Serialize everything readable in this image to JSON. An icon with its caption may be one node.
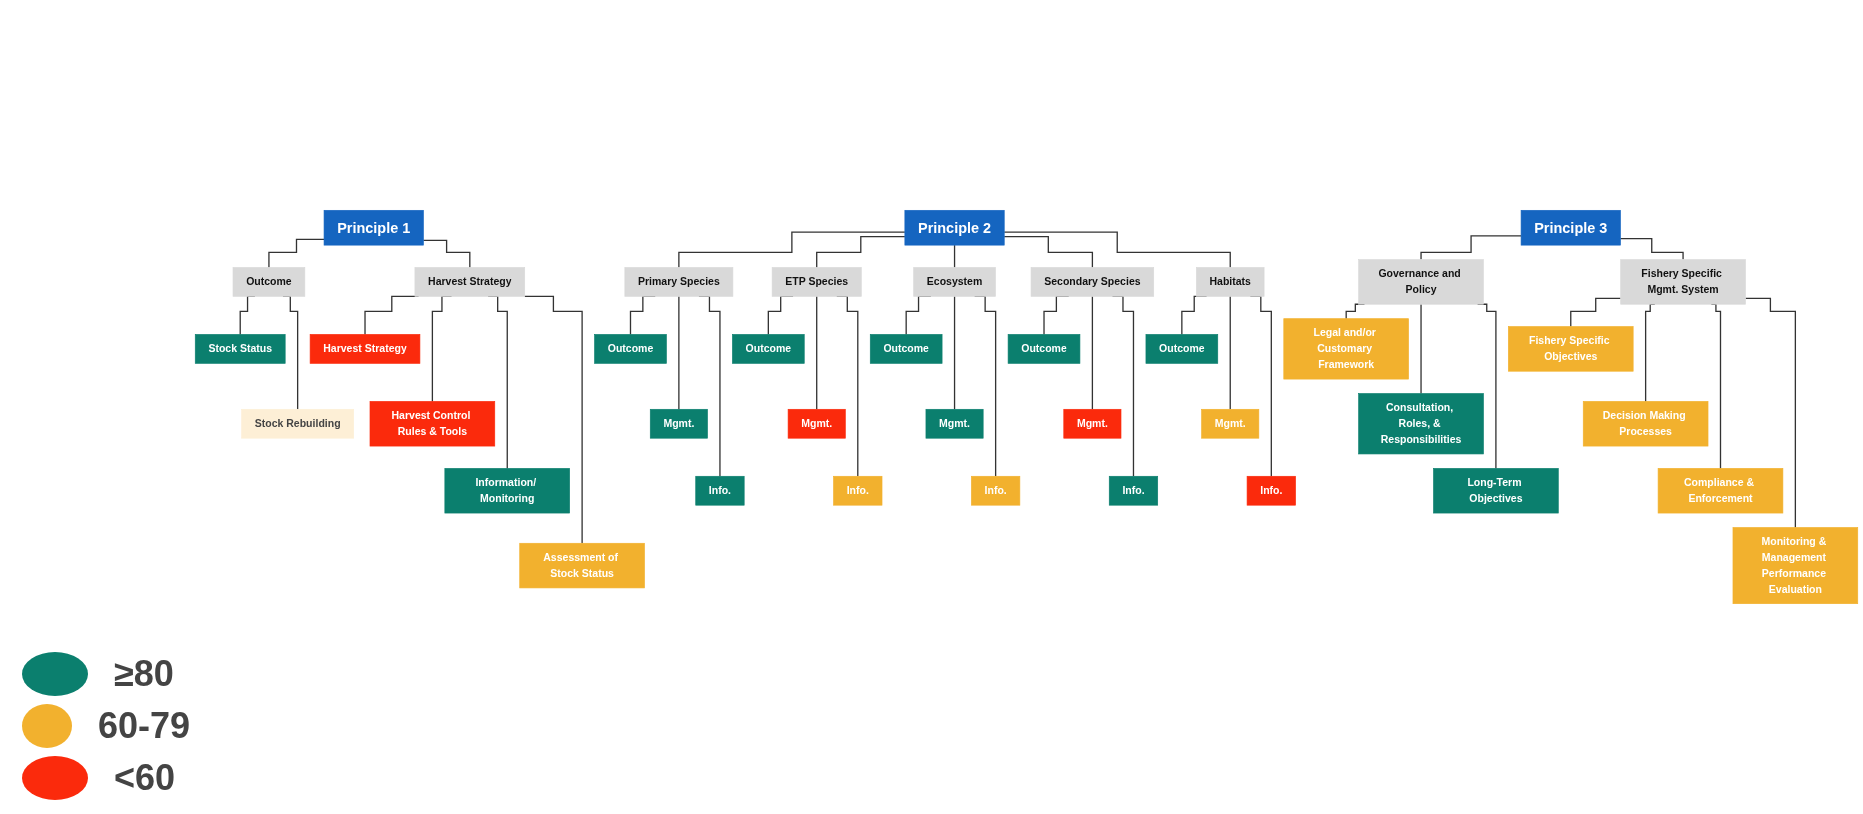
{
  "diagram": {
    "nodes": [
      {
        "text": [
          "Principle 1"
        ]
      },
      {
        "text": [
          "Principle 2"
        ]
      },
      {
        "text": [
          "Principle 3"
        ]
      },
      {
        "text": [
          "Outcome"
        ]
      },
      {
        "text": [
          "Harvest Strategy"
        ]
      },
      {
        "text": [
          "Stock Status"
        ]
      },
      {
        "text": [
          "Stock Rebuilding"
        ]
      },
      {
        "text": [
          "Harvest Strategy"
        ]
      },
      {
        "text": [
          "Harvest Control Rules & Tools"
        ]
      },
      {
        "text": [
          "Information/ Monitoring"
        ]
      },
      {
        "text": [
          "Assessment of Stock Status"
        ]
      },
      {
        "text": [
          "Primary Species"
        ]
      },
      {
        "text": [
          "ETP Species"
        ]
      },
      {
        "text": [
          "Ecosystem"
        ]
      },
      {
        "text": [
          "Outcome"
        ]
      },
      {
        "text": [
          "Mgmt."
        ]
      },
      {
        "text": [
          "Info."
        ]
      },
      {
        "text": [
          "Outcome"
        ]
      },
      {
        "text": [
          "Mgmt."
        ]
      },
      {
        "text": [
          "Info."
        ]
      },
      {
        "text": [
          "Outcome"
        ]
      },
      {
        "text": [
          "Mgmt."
        ]
      },
      {
        "text": [
          "Info."
        ]
      },
      {
        "text": [
          "Secondary Species"
        ]
      },
      {
        "text": [
          "Habitats"
        ]
      },
      {
        "text": [
          "Outcome"
        ]
      },
      {
        "text": [
          "Mgmt."
        ]
      },
      {
        "text": [
          "Info."
        ]
      },
      {
        "text": [
          "Outcome"
        ]
      },
      {
        "text": [
          "Mgmt."
        ]
      },
      {
        "text": [
          "Info."
        ]
      },
      {
        "text": [
          "Governance and Policy"
        ]
      },
      {
        "text": [
          "Fishery Specific Mgmt. System"
        ]
      },
      {
        "text": [
          "Legal and/or Customary Framework"
        ]
      },
      {
        "text": [
          "Consultation, Roles, & Responsibilities"
        ]
      },
      {
        "text": [
          "Long-Term Objectives"
        ]
      },
      {
        "text": [
          "Fishery Specific Objectives"
        ]
      },
      {
        "text": [
          "Decision Making Processes"
        ]
      },
      {
        "text": [
          "Compliance & Enforcement"
        ]
      },
      {
        "text": [
          "Monitoring & Management Performance Evaluation"
        ]
      }
    ],
    "edges": [
      {
        "from": 0,
        "to": 3,
        "arrow": "none"
      },
      {
        "from": 0,
        "to": 4,
        "arrow": "none"
      },
      {
        "from": 3,
        "to": 5,
        "arrow": "none"
      },
      {
        "from": 3,
        "to": 6,
        "arrow": "none"
      },
      {
        "from": 4,
        "to": 7,
        "arrow": "none"
      },
      {
        "from": 4,
        "to": 8,
        "arrow": "none"
      },
      {
        "from": 4,
        "to": 9,
        "arrow": "none"
      },
      {
        "from": 4,
        "to": 10,
        "arrow": "none"
      },
      {
        "from": 1,
        "to": 11,
        "arrow": "none"
      },
      {
        "from": 1,
        "to": 12,
        "arrow": "none"
      },
      {
        "from": 1,
        "to": 13,
        "arrow": "none"
      },
      {
        "from": 1,
        "to": 23,
        "arrow": "none"
      },
      {
        "from": 1,
        "to": 24,
        "arrow": "none"
      },
      {
        "from": 11,
        "to": 14,
        "arrow": "none"
      },
      {
        "from": 11,
        "to": 15,
        "arrow": "none"
      },
      {
        "from": 11,
        "to": 16,
        "arrow": "none"
      },
      {
        "from": 12,
        "to": 17,
        "arrow": "none"
      },
      {
        "from": 12,
        "to": 18,
        "arrow": "none"
      },
      {
        "from": 12,
        "to": 19,
        "arrow": "none"
      },
      {
        "from": 13,
        "to": 20,
        "arrow": "none"
      },
      {
        "from": 13,
        "to": 21,
        "arrow": "none"
      },
      {
        "from": 13,
        "to": 22,
        "arrow": "none"
      },
      {
        "from": 23,
        "to": 25,
        "arrow": "none"
      },
      {
        "from": 23,
        "to": 26,
        "arrow": "none"
      },
      {
        "from": 23,
        "to": 27,
        "arrow": "none"
      },
      {
        "from": 24,
        "to": 28,
        "arrow": "none"
      },
      {
        "from": 24,
        "to": 29,
        "arrow": "none"
      },
      {
        "from": 24,
        "to": 30,
        "arrow": "none"
      },
      {
        "from": 2,
        "to": 31,
        "arrow": "none"
      },
      {
        "from": 2,
        "to": 32,
        "arrow": "none"
      },
      {
        "from": 31,
        "to": 33,
        "arrow": "none"
      },
      {
        "from": 31,
        "to": 34,
        "arrow": "none"
      },
      {
        "from": 31,
        "to": 35,
        "arrow": "none"
      },
      {
        "from": 32,
        "to": 36,
        "arrow": "none"
      },
      {
        "from": 32,
        "to": 37,
        "arrow": "none"
      },
      {
        "from": 32,
        "to": 38,
        "arrow": "none"
      },
      {
        "from": 32,
        "to": 39,
        "arrow": "none"
      }
    ],
    "legend": [
      {
        "text": "≥80",
        "color": "#0b7f6e"
      },
      {
        "text": "60-79",
        "color": "#f2b12e"
      },
      {
        "text": "<60",
        "color": "#fb2a0c"
      }
    ]
  }
}
